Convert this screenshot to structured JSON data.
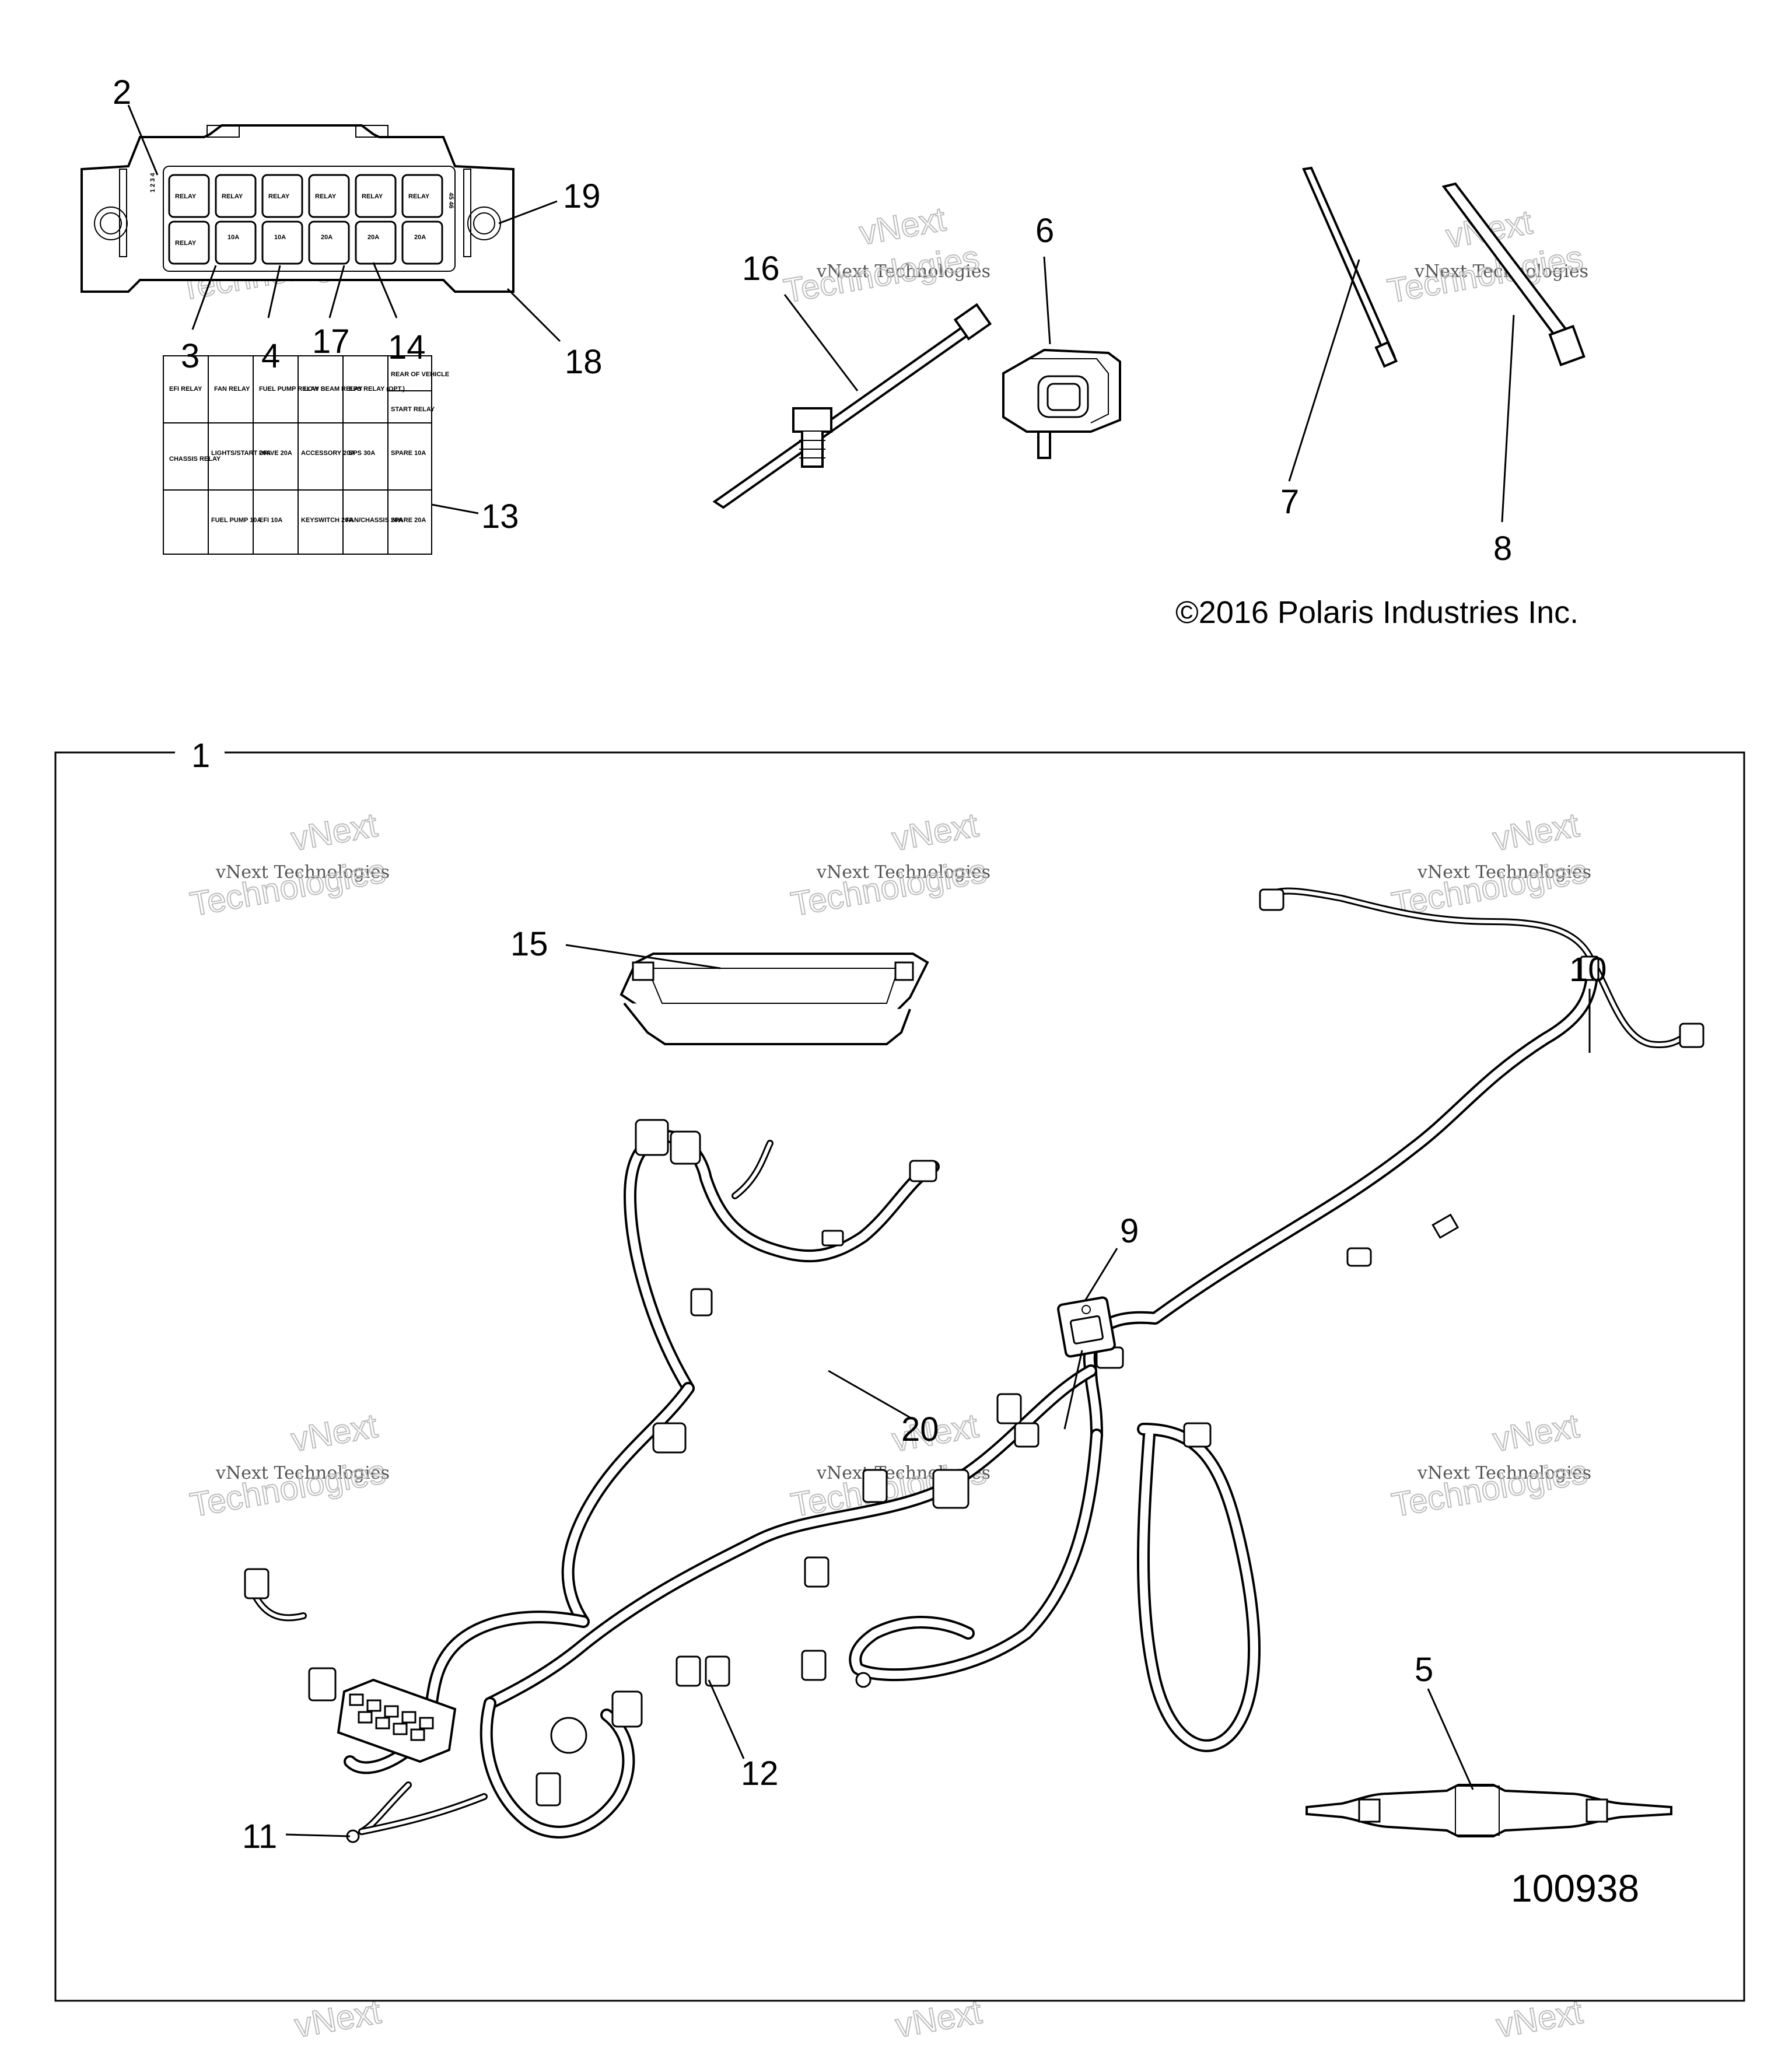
{
  "callouts": {
    "c1": "1",
    "c2": "2",
    "c3": "3",
    "c4": "4",
    "c5": "5",
    "c6": "6",
    "c7": "7",
    "c8": "8",
    "c9": "9",
    "c10": "10",
    "c11": "11",
    "c12": "12",
    "c13": "13",
    "c14": "14",
    "c15": "15",
    "c16": "16",
    "c17": "17",
    "c18": "18",
    "c19": "19",
    "c20": "20"
  },
  "copyright": "©2016 Polaris Industries Inc.",
  "figure_number": "100938",
  "watermark": {
    "line1": "vNext Technologies",
    "line2": "vNext",
    "line3": "Technologies"
  },
  "fuse_label": {
    "r1": [
      "EFI RELAY",
      "FAN RELAY",
      "FUEL PUMP RELAY",
      "LOW BEAM RELAY",
      "EPS RELAY (OPT.)",
      "REAR OF VEHICLE"
    ],
    "r1b": "START RELAY",
    "r2": [
      "CHASSIS RELAY",
      "LIGHTS/START 20A",
      "DRIVE 20A",
      "ACCESSORY 20A",
      "EPS 30A",
      "SPARE 10A"
    ],
    "r3": [
      "FUEL PUMP 10A",
      "EFI 10A",
      "KEYSWITCH 20A",
      "FAN/CHASSIS 20A",
      "SPARE 20A"
    ]
  },
  "fuse_box": {
    "top_row": [
      "RELAY",
      "RELAY",
      "RELAY",
      "RELAY",
      "RELAY",
      "RELAY"
    ],
    "bottom_row": [
      "RELAY",
      "10A",
      "10A",
      "20A",
      "20A",
      "20A"
    ],
    "side_left": "1 2 3 4",
    "side_right": "45 46"
  }
}
